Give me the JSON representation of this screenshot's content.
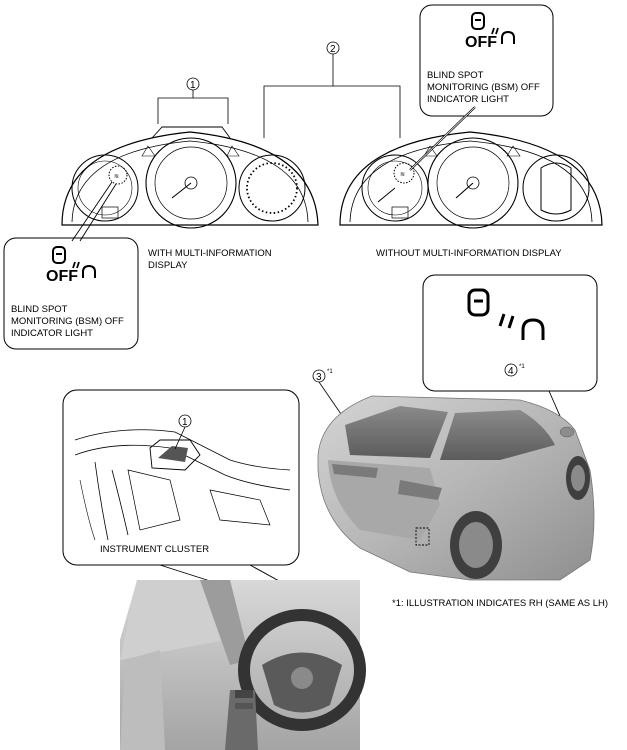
{
  "callouts": {
    "c1": "1",
    "c2": "2",
    "c3": "3",
    "c3_sup": "*1",
    "c4": "4",
    "c4_sup": "*1",
    "c1_detail": "1"
  },
  "indicator": {
    "off_text": "OFF",
    "caption_top": {
      "line1": "BLIND SPOT",
      "line2": "MONITORING (BSM) OFF",
      "line3": "INDICATOR LIGHT"
    },
    "caption_left": {
      "line1": "BLIND SPOT",
      "line2": "MONITORING (BSM) OFF",
      "line3": "INDICATOR LIGHT"
    }
  },
  "labels": {
    "with_mid_line1": "WITH MULTI-INFORMATION",
    "with_mid_line2": "DISPLAY",
    "without_mid": "WITHOUT MULTI-INFORMATION DISPLAY",
    "instrument_cluster": "INSTRUMENT CLUSTER",
    "footnote": "*1: ILLUSTRATION INDICATES RH (SAME AS LH)"
  }
}
